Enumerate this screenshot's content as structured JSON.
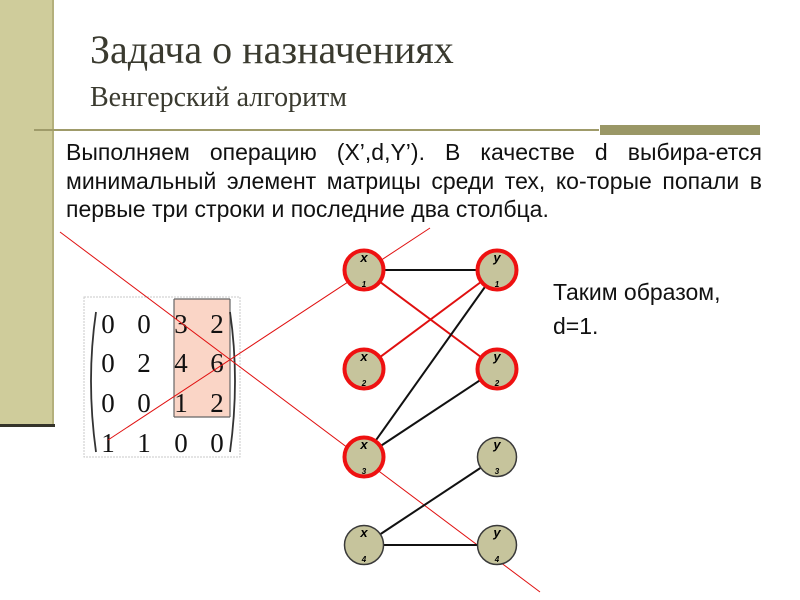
{
  "slide": {
    "title": "Задача о назначениях",
    "subtitle": "Венгерский алгоритм",
    "body": "Выполняем операцию (X’,d,Y’). В качестве d выбира-ется минимальный элемент матрицы среди тех, ко-торые попали в первые три строки и последние два столбца.",
    "conclusion_line1": "Таким образом,",
    "conclusion_line2": "d=1."
  },
  "matrix": {
    "rows": [
      [
        "0",
        "0",
        "3",
        "2"
      ],
      [
        "0",
        "2",
        "4",
        "6"
      ],
      [
        "0",
        "0",
        "1",
        "2"
      ],
      [
        "1",
        "1",
        "0",
        "0"
      ]
    ],
    "highlight_color": "#fad5c6"
  },
  "graph": {
    "left_nodes": [
      {
        "label": "x",
        "sub": "1",
        "marked": true
      },
      {
        "label": "x",
        "sub": "2",
        "marked": true
      },
      {
        "label": "x",
        "sub": "3",
        "marked": true
      },
      {
        "label": "x",
        "sub": "4",
        "marked": false
      }
    ],
    "right_nodes": [
      {
        "label": "y",
        "sub": "1",
        "marked": true
      },
      {
        "label": "y",
        "sub": "2",
        "marked": true
      },
      {
        "label": "y",
        "sub": "3",
        "marked": false
      },
      {
        "label": "y",
        "sub": "4",
        "marked": false
      }
    ],
    "colors": {
      "node_fill": "#c6c49c",
      "marked_stroke": "#ee1111",
      "plain_stroke": "#3a3a3a",
      "red_edge": "#e01010",
      "black_edge": "#111111"
    }
  }
}
